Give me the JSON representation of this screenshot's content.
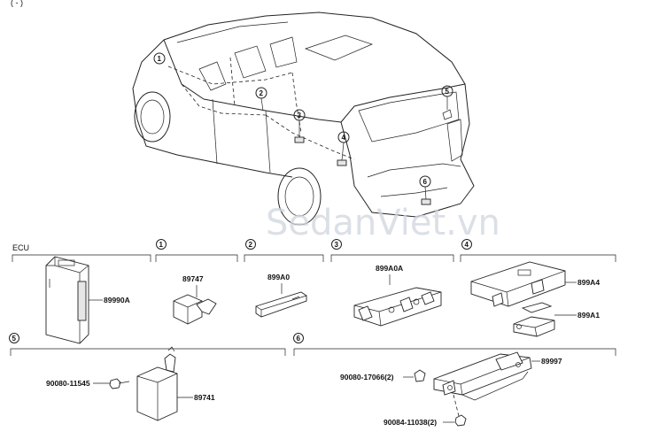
{
  "header_fragment": "(  -  )",
  "watermark": "SedanViet.vn",
  "sections": {
    "ecu": {
      "title": "ECU",
      "parts": [
        "89990A"
      ]
    },
    "s1": {
      "marker": "1",
      "parts": [
        "89747"
      ]
    },
    "s2": {
      "marker": "2",
      "parts": [
        "899A0"
      ]
    },
    "s3": {
      "marker": "3",
      "parts": [
        "899A0A"
      ]
    },
    "s4": {
      "marker": "4",
      "parts": [
        "899A4",
        "899A1"
      ]
    },
    "s5": {
      "marker": "5",
      "parts": [
        "90080-11545",
        "89741"
      ]
    },
    "s6": {
      "marker": "6",
      "parts": [
        "90080-17066(2)",
        "89997",
        "90084-11038(2)"
      ]
    }
  },
  "vehicle_markers": [
    "1",
    "2",
    "3",
    "4",
    "5",
    "6"
  ]
}
